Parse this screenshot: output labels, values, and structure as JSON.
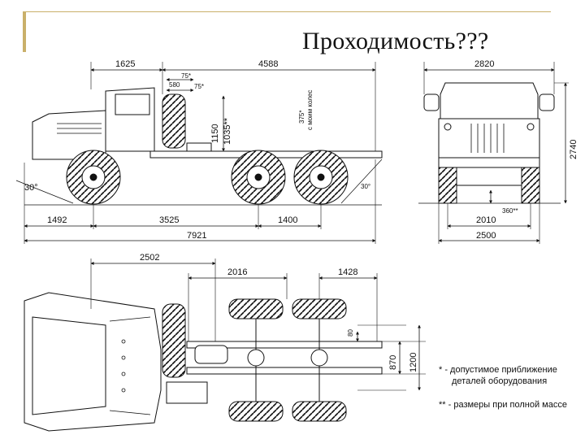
{
  "slide": {
    "title": "Проходимость???"
  },
  "side_view": {
    "dims": {
      "front_overhang": "1625",
      "body_length": "4588",
      "d75a": "75*",
      "d580": "580",
      "d75b": "75*",
      "d375": "375*",
      "d375b": "с моим колес",
      "h1150": "1150",
      "h1035": "1035**",
      "angle_front": "30°",
      "angle_rear": "30°",
      "d1492": "1492",
      "d3525": "3525",
      "d1400": "1400",
      "total_length": "7921"
    }
  },
  "front_view": {
    "dims": {
      "width_top": "2820",
      "height": "2740",
      "clearance": "360**",
      "track": "2010",
      "width_total": "2500"
    }
  },
  "top_view": {
    "dims": {
      "d2502": "2502",
      "d2016": "2016",
      "d1428": "1428",
      "d870": "870",
      "d1200": "1200",
      "d80": "80"
    }
  },
  "notes": {
    "note1_line1": "* - допустимое приближение",
    "note1_line2": "деталей оборудования",
    "note2": "** - размеры при полной массе"
  }
}
